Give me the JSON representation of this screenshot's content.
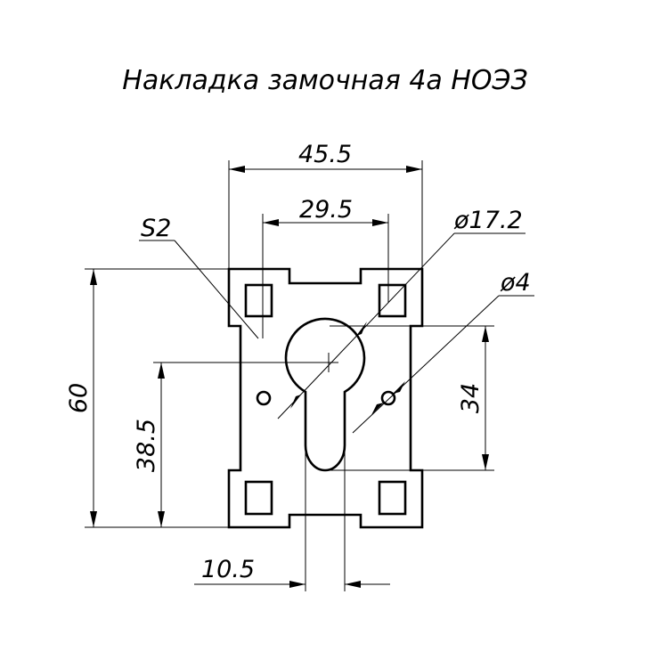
{
  "title": "Накладка замочная 4а НОЭЗ",
  "colors": {
    "ink": "#000000",
    "paper": "#ffffff"
  },
  "dimensions": {
    "overall_width": "45.5",
    "hole_spacing": "29.5",
    "key_circle_diameter": "ø17.2",
    "hole_diameter": "ø4",
    "thickness": "S2",
    "overall_height": "60",
    "circle_center_height": "38.5",
    "keyhole_height": "34",
    "slot_width": "10.5"
  }
}
